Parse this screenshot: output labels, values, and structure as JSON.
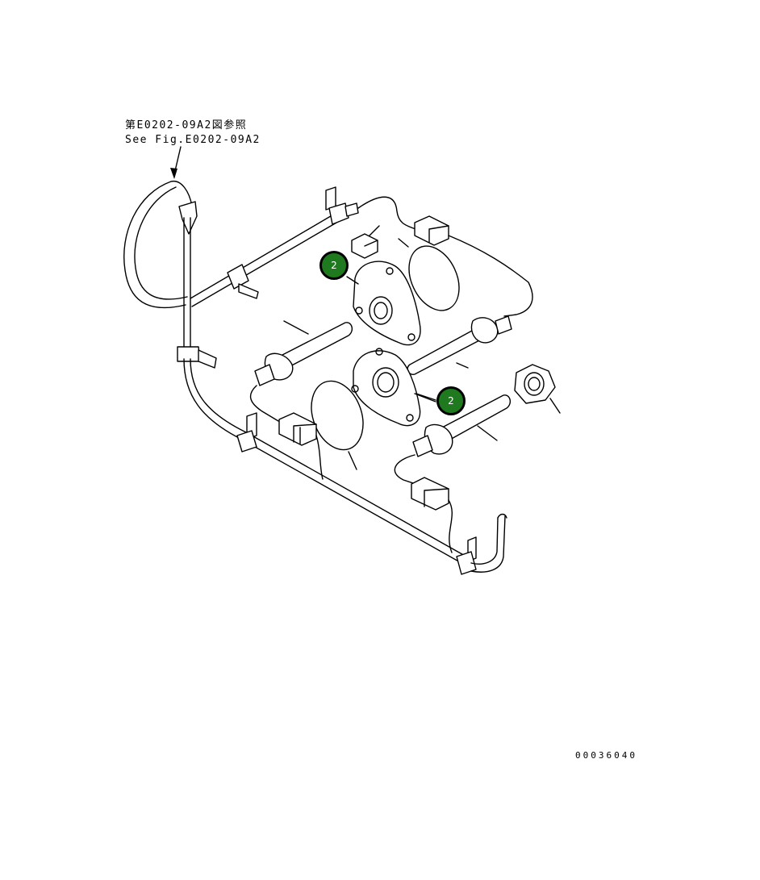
{
  "reference": {
    "line_jp": "第E0202-09A2図参照",
    "line_en": "See Fig.E0202-09A2"
  },
  "callouts": [
    {
      "label": "2"
    },
    {
      "label": "2"
    }
  ],
  "drawing_number": "00036040",
  "colors": {
    "callout_fill": "#1f7a1f",
    "callout_border": "#000000",
    "line": "#000000"
  }
}
